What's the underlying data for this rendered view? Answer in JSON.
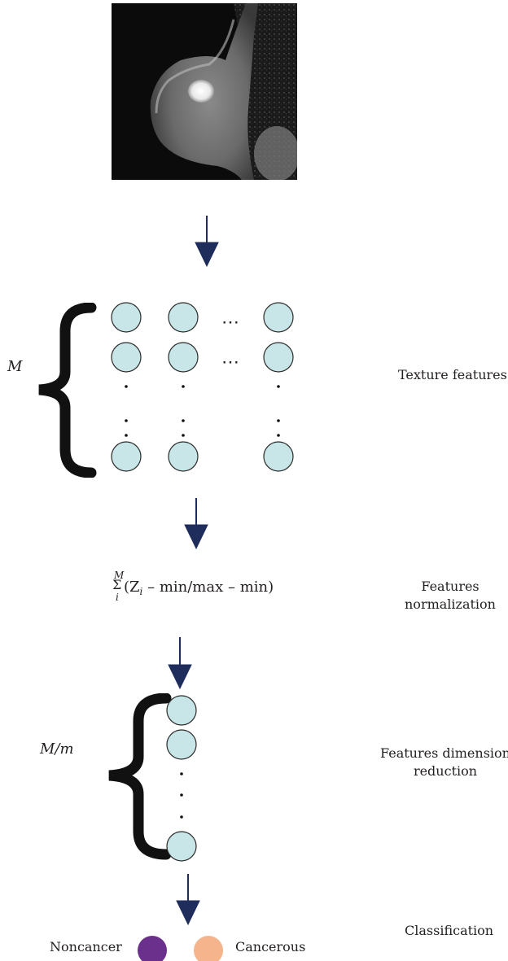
{
  "image": {
    "description": "Breast MRI scan with bright lesion"
  },
  "input_label": "",
  "stages": {
    "texture": "Texture features",
    "normalization": "Features normalization",
    "reduction": "Features dimension reduction",
    "classification": "Classification"
  },
  "symbols": {
    "M": "M",
    "Mm": "M/m",
    "ellipsis": "⋯"
  },
  "formula": {
    "sum_upper": "M",
    "sum_sign": "Σ",
    "sum_lower": "i",
    "body": "(Z",
    "sub": "i",
    "tail": " – min/max – min)"
  },
  "classes": [
    {
      "name": "Noncancer",
      "color": "#6b2f8c"
    },
    {
      "name": "Cancerous",
      "color": "#f6b48c"
    }
  ],
  "colors": {
    "arrow": "#1f2d5c",
    "node_fill": "#c8e6e8",
    "node_stroke": "#2a2a2a"
  }
}
